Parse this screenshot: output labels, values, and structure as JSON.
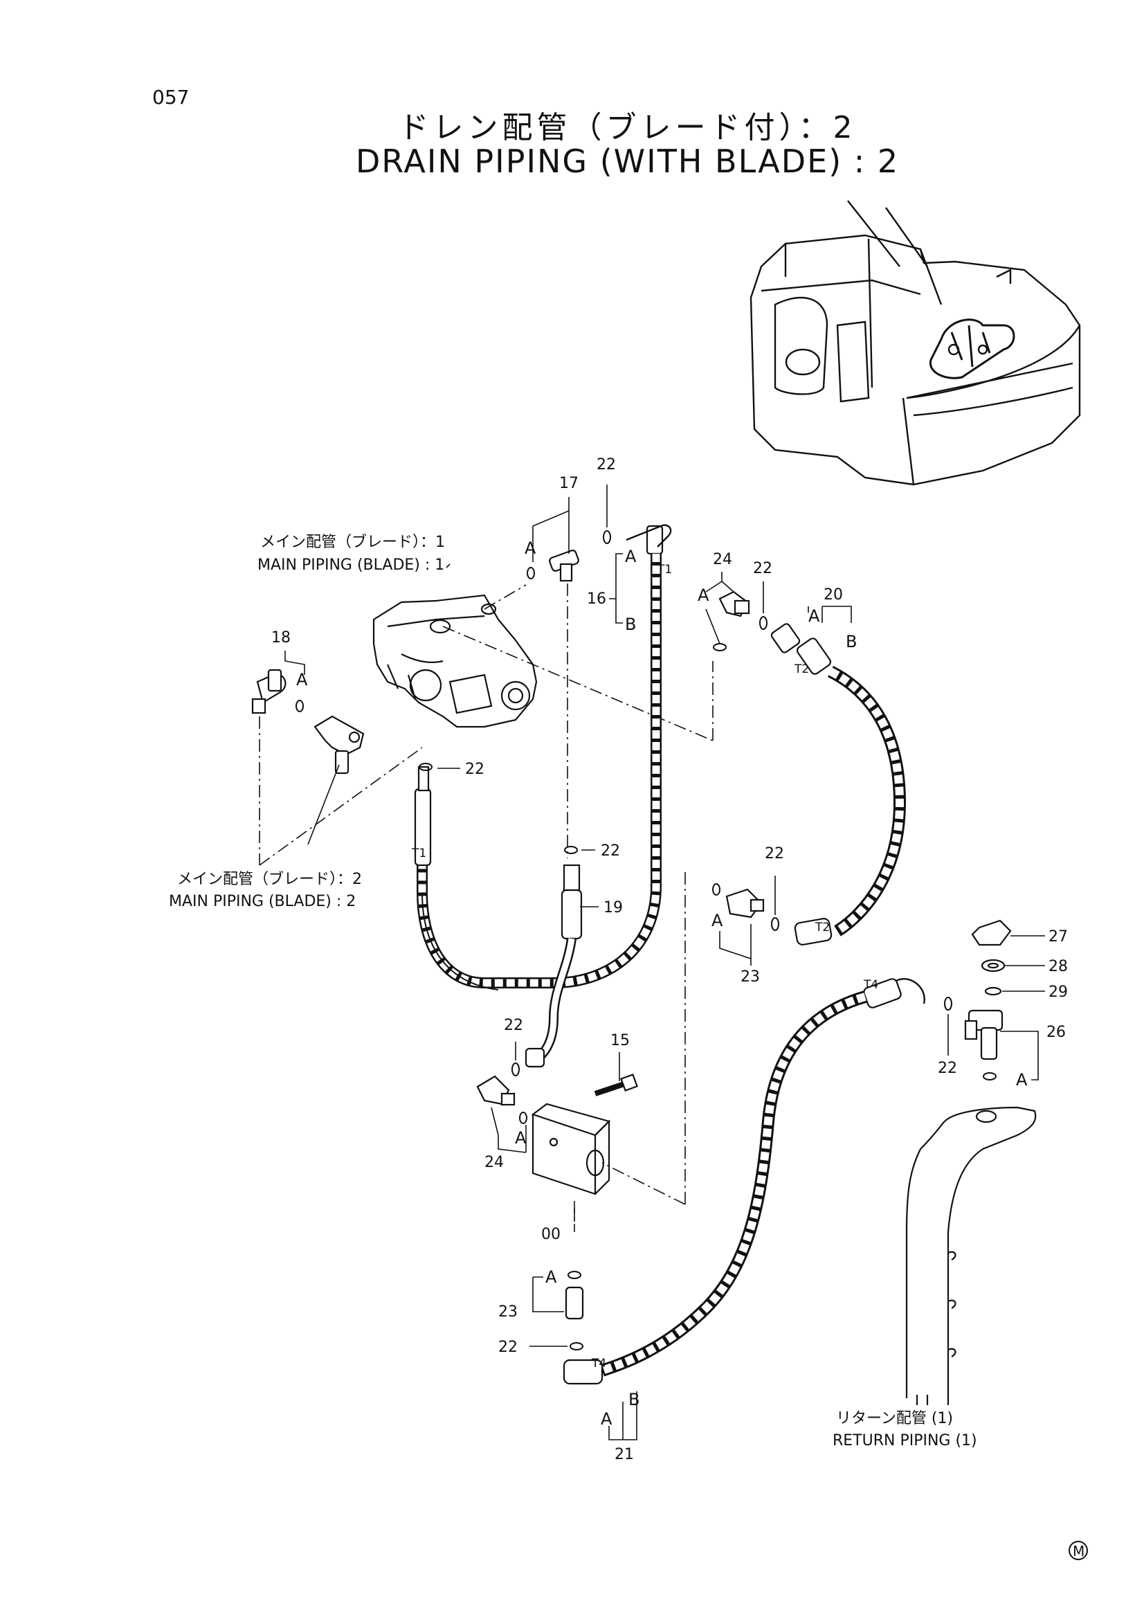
{
  "page_number": "057",
  "title_jp": "ドレン配管（ブレード付）：2",
  "title_en": "DRAIN PIPING (WITH BLADE) : 2",
  "captions": {
    "main1_jp": "メイン配管（ブレード）：1",
    "main1_en": "MAIN PIPING (BLADE) : 1",
    "main2_jp": "メイン配管（ブレード）：2",
    "main2_en": "MAIN PIPING (BLADE) : 2",
    "return_jp": "リターン配管 (1)",
    "return_en": "RETURN PIPING (1)"
  },
  "part_numbers": {
    "p17": "17",
    "p22a": "22",
    "p16": "16",
    "p24a": "24",
    "p22b": "22",
    "p20": "20",
    "p18": "18",
    "p22c": "22",
    "p22d": "22",
    "p19": "19",
    "p22e": "22",
    "p23a": "23",
    "p27": "27",
    "p28": "28",
    "p29": "29",
    "p26": "26",
    "p22f": "22",
    "p15": "15",
    "p22g": "22",
    "p24b": "24",
    "p00": "00",
    "p23b": "23",
    "p22h": "22",
    "p21": "21"
  },
  "port_letters": {
    "a": "A",
    "b": "B",
    "t1": "T1",
    "t2": "T2",
    "t4": "T4"
  },
  "mark": "M"
}
